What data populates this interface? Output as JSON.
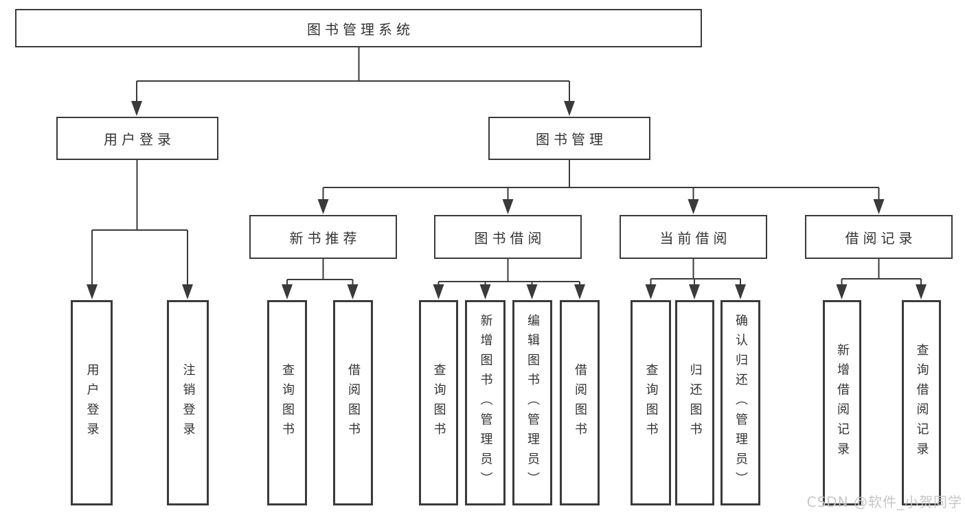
{
  "tree": {
    "label": "图书管理系统",
    "children": [
      {
        "label": "用户登录",
        "children": [
          {
            "label": "用户登录"
          },
          {
            "label": "注销登录"
          }
        ]
      },
      {
        "label": "图书管理",
        "children": [
          {
            "label": "新书推荐",
            "children": [
              {
                "label": "查询图书"
              },
              {
                "label": "借阅图书"
              }
            ]
          },
          {
            "label": "图书借阅",
            "children": [
              {
                "label": "查询图书"
              },
              {
                "label": "新增图书（管理员）"
              },
              {
                "label": "编辑图书（管理员）"
              },
              {
                "label": "借阅图书"
              }
            ]
          },
          {
            "label": "当前借阅",
            "children": [
              {
                "label": "查询图书"
              },
              {
                "label": "归还图书"
              },
              {
                "label": "确认归还（管理员）"
              }
            ]
          },
          {
            "label": "借阅记录",
            "children": [
              {
                "label": "新增借阅记录"
              },
              {
                "label": "查询借阅记录"
              }
            ]
          }
        ]
      }
    ]
  },
  "watermark": {
    "text": "CSDN @软件_小贺同学"
  },
  "colors": {
    "line": "#3a3a3a",
    "text": "#333333",
    "watermark": "#c3c3c6",
    "background": "#ffffff"
  }
}
